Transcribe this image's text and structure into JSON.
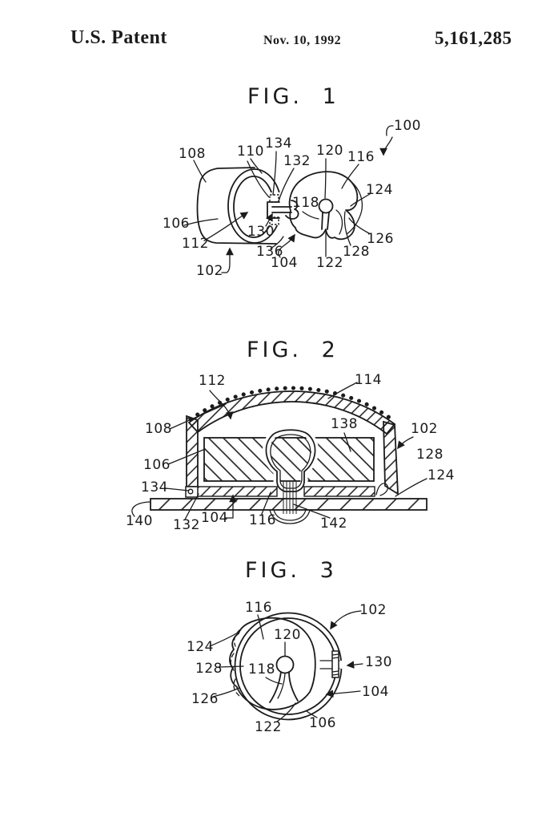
{
  "page": {
    "paper_color": "#ffffff",
    "ink_color": "#1b1b1b",
    "kind": "patent-drawing-sheet"
  },
  "header": {
    "publication": "U.S. Patent",
    "date": "Nov. 10, 1992",
    "patent_number": "5,161,285"
  },
  "figures": [
    {
      "title": "FIG. 1",
      "description": "exploded side view of ear-piece assembly",
      "labels": [
        "100",
        "108",
        "110",
        "134",
        "132",
        "120",
        "116",
        "124",
        "106",
        "118",
        "130",
        "112",
        "136",
        "104",
        "122",
        "128",
        "126",
        "102"
      ]
    },
    {
      "title": "FIG. 2",
      "description": "cross-section of transducer housing on mounting plate",
      "labels": [
        "112",
        "114",
        "108",
        "138",
        "102",
        "128",
        "106",
        "134",
        "124",
        "140",
        "132",
        "104",
        "116",
        "142"
      ]
    },
    {
      "title": "FIG. 3",
      "description": "front view of ring with cushion",
      "labels": [
        "116",
        "102",
        "120",
        "124",
        "128",
        "118",
        "126",
        "130",
        "104",
        "106",
        "122"
      ]
    }
  ]
}
